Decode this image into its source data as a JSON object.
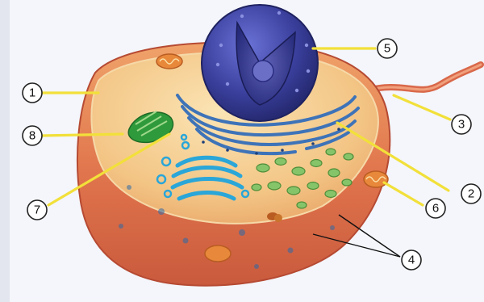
{
  "diagram": {
    "callouts": [
      {
        "id": "1",
        "label": "1"
      },
      {
        "id": "2",
        "label": "2"
      },
      {
        "id": "3",
        "label": "3"
      },
      {
        "id": "4",
        "label": "4"
      },
      {
        "id": "5",
        "label": "5"
      },
      {
        "id": "6",
        "label": "6"
      },
      {
        "id": "7",
        "label": "7"
      },
      {
        "id": "8",
        "label": "8"
      }
    ],
    "colors": {
      "background": "#f4f6fb",
      "membrane": "#e0744c",
      "cytoplasm": "#f3c585",
      "nucleus": "#3a3f9c",
      "endoplasmic_reticulum": "#3e73b8",
      "golgi": "#2aa6d8",
      "mitochondria": "#e8883a",
      "chloroplast_like": "#2f9a3b",
      "vesicles": "#86c46a",
      "pointer": "#f2e03a"
    }
  }
}
